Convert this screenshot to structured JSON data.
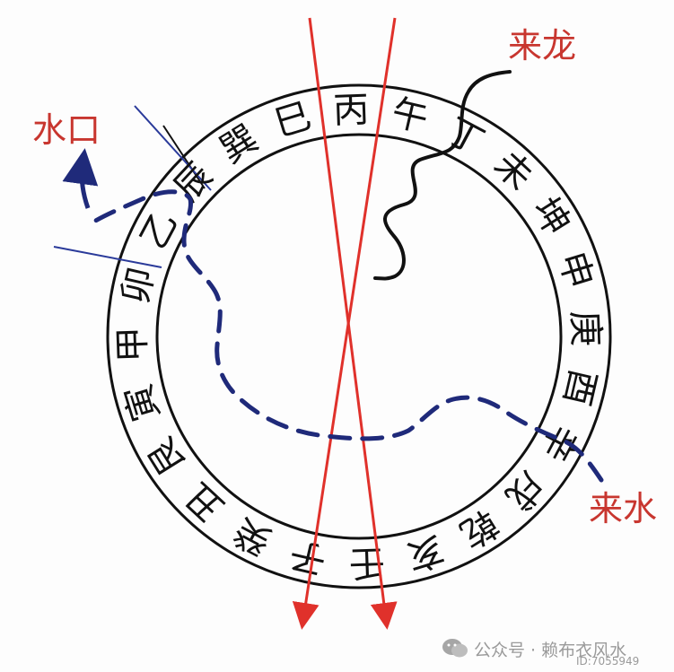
{
  "labels": {
    "lailong": "来龙",
    "shuikou": "水口",
    "laishui": "来水"
  },
  "ring": {
    "stems": [
      "巽",
      "巳",
      "丙",
      "午",
      "丁",
      "未",
      "坤",
      "申",
      "庚",
      "酉",
      "辛",
      "戌",
      "乾",
      "亥",
      "壬",
      "子",
      "癸",
      "丑",
      "艮",
      "寅",
      "甲",
      "卯",
      "乙",
      "辰"
    ]
  },
  "watermark": {
    "account": "公众号 · 赖布衣风水",
    "id": "ID:7055949"
  },
  "colors": {
    "label": "#c8362f",
    "axis": "#e0312b",
    "water": "#1f2a7a",
    "ink": "#111111"
  },
  "icons": [
    "wechat-icon"
  ]
}
